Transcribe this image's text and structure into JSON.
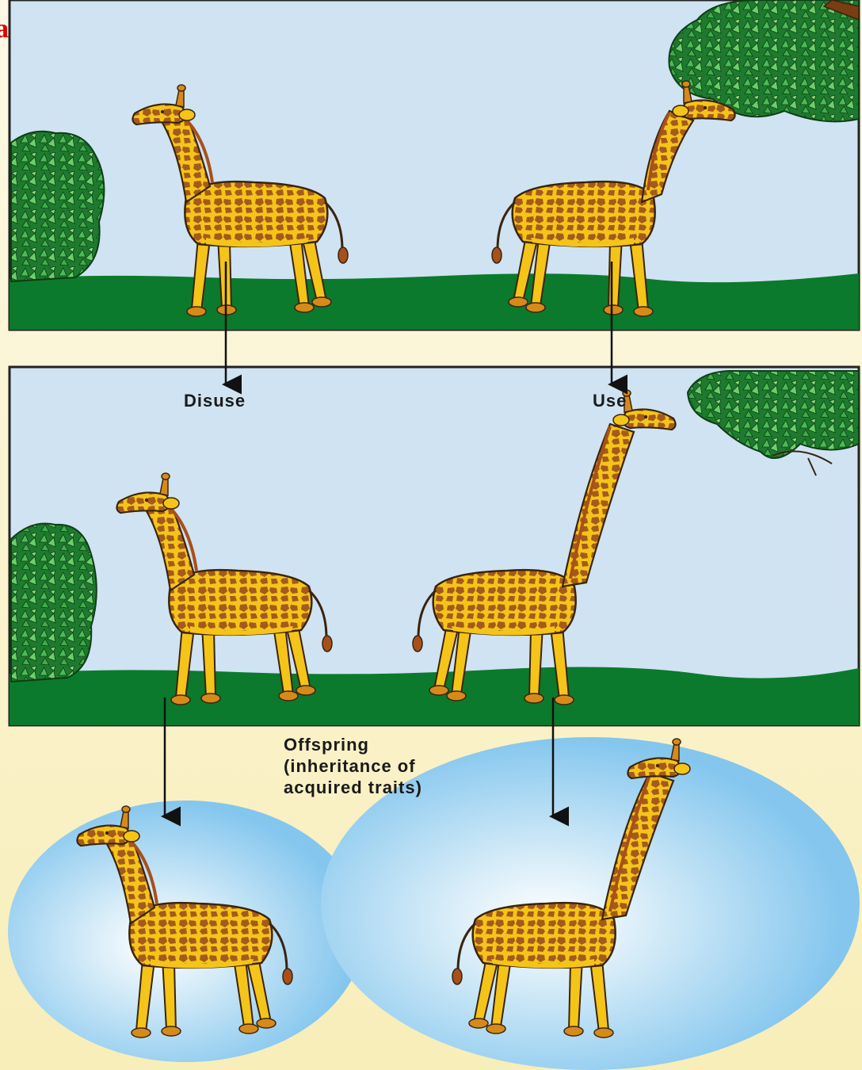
{
  "corner_mark": "a",
  "labels": {
    "disuse": "Disuse",
    "use": "Use",
    "offspring": [
      "Offspring",
      "(inheritance of",
      "acquired traits)"
    ]
  },
  "colors": {
    "sky": "#cfe3f2",
    "grass": "#0b7a2c",
    "giraffe_body": "#f5c418",
    "giraffe_spots": "#a45a1c",
    "giraffe_outline": "#3a2410",
    "leaves": "#3fae4a",
    "leaves_dark": "#1e7a2e",
    "bubble": "#86c8ef",
    "band": "#fbf3cc"
  },
  "icons": [
    "bush-icon",
    "tree-branch-icon",
    "giraffe-icon",
    "arrow-down-icon"
  ]
}
